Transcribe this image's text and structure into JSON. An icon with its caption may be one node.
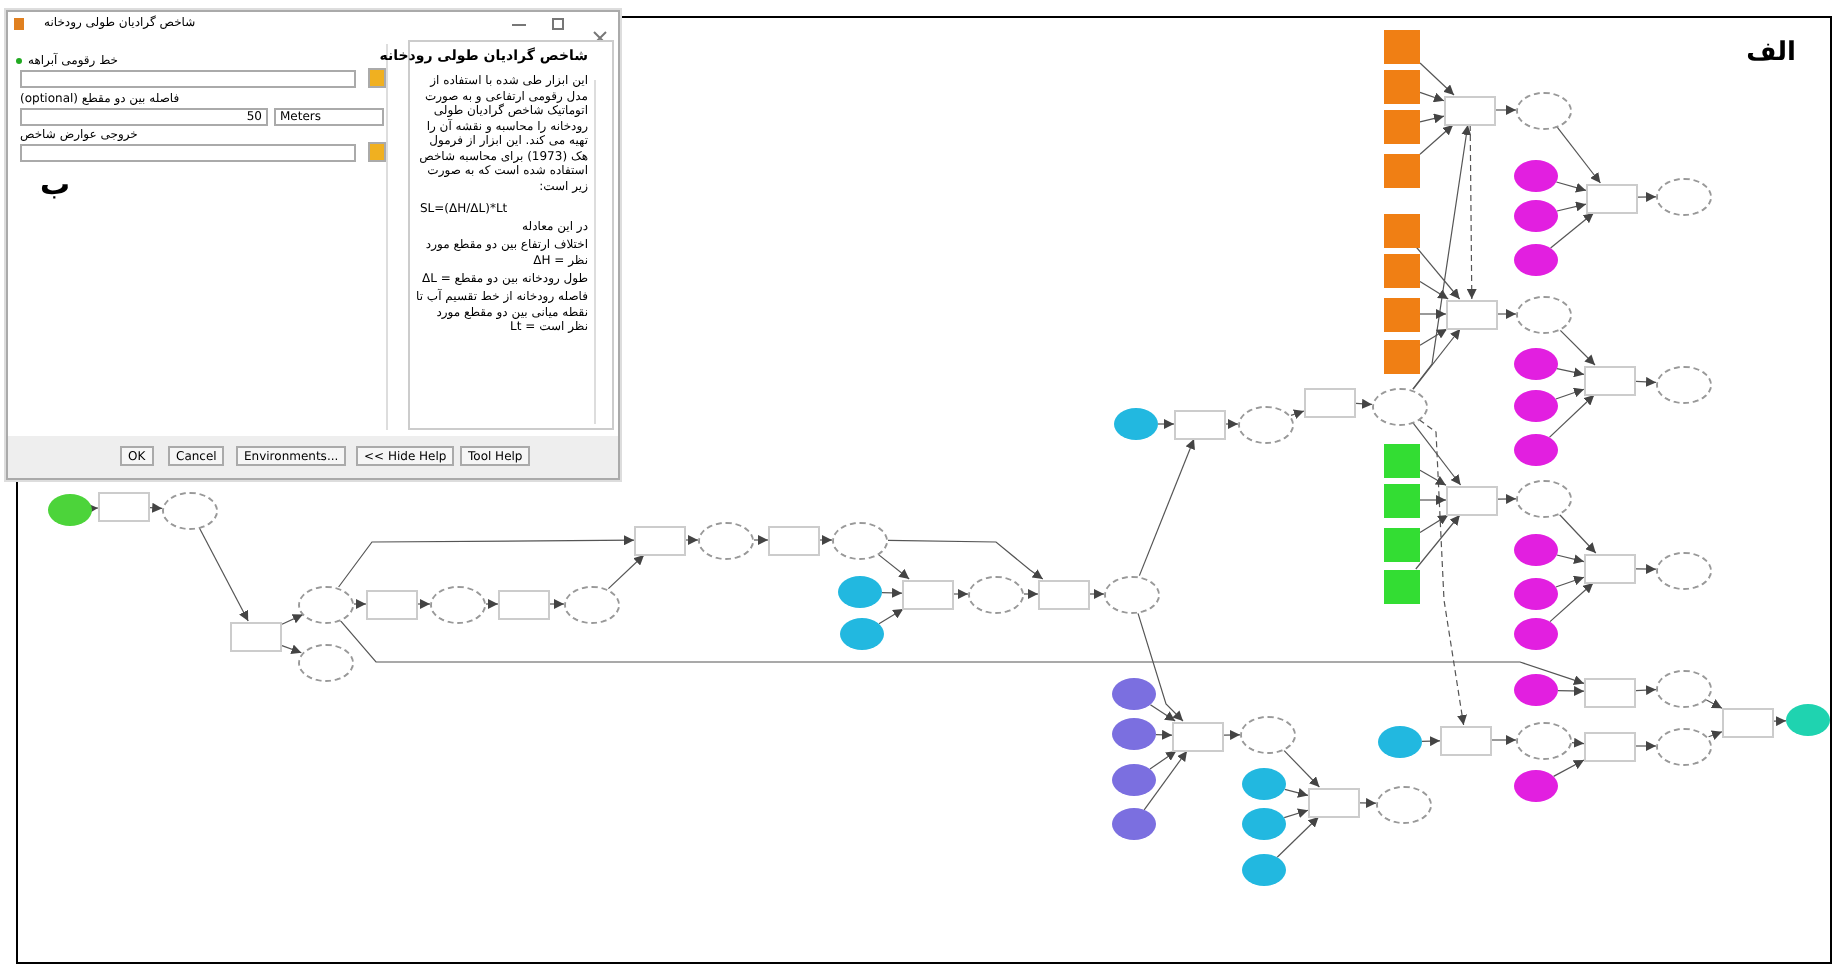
{
  "diagram": {
    "nodes": [
      {
        "text": [],
        "shape": "ellipse"
      },
      {
        "text": [],
        "shape": "box"
      },
      {
        "text": [],
        "shape": "ellipse"
      },
      {
        "text": [],
        "shape": "box"
      },
      {
        "text": [],
        "shape": "ellipse"
      },
      {
        "text": [],
        "shape": "ellipse"
      },
      {
        "text": [],
        "shape": "box"
      },
      {
        "text": [],
        "shape": "ellipse"
      },
      {
        "text": [],
        "shape": "box"
      },
      {
        "text": [],
        "shape": "ellipse"
      },
      {
        "text": [],
        "shape": "box"
      },
      {
        "text": [],
        "shape": "ellipse"
      },
      {
        "text": [],
        "shape": "box"
      },
      {
        "text": [],
        "shape": "ellipse"
      },
      {
        "text": [],
        "shape": "ellipse"
      },
      {
        "text": [],
        "shape": "ellipse"
      },
      {
        "text": [],
        "shape": "box"
      },
      {
        "text": [],
        "shape": "ellipse"
      },
      {
        "text": [],
        "shape": "box"
      },
      {
        "text": [],
        "shape": "ellipse"
      },
      {
        "text": [],
        "shape": "ellipse"
      },
      {
        "text": [],
        "shape": "box"
      },
      {
        "text": [],
        "shape": "ellipse"
      },
      {
        "text": [],
        "shape": "box"
      },
      {
        "text": [],
        "shape": "ellipse"
      },
      {
        "text": [],
        "shape": "box"
      },
      {
        "text": [],
        "shape": "box"
      },
      {
        "text": [],
        "shape": "box"
      },
      {
        "text": [],
        "shape": "box"
      },
      {
        "text": [],
        "shape": "box"
      },
      {
        "text": [],
        "shape": "box"
      },
      {
        "text": [],
        "shape": "box"
      },
      {
        "text": [],
        "shape": "box"
      },
      {
        "text": [],
        "shape": "box"
      },
      {
        "text": [],
        "shape": "box"
      },
      {
        "text": [],
        "shape": "box"
      },
      {
        "text": [],
        "shape": "box"
      },
      {
        "text": [],
        "shape": "box"
      },
      {
        "text": [],
        "shape": "ellipse"
      },
      {
        "text": [],
        "shape": "box"
      },
      {
        "text": [],
        "shape": "ellipse"
      },
      {
        "text": [],
        "shape": "box"
      },
      {
        "text": [],
        "shape": "ellipse"
      },
      {
        "text": [],
        "shape": "ellipse"
      },
      {
        "text": [],
        "shape": "ellipse"
      },
      {
        "text": [],
        "shape": "ellipse"
      },
      {
        "text": [],
        "shape": "box"
      },
      {
        "text": [],
        "shape": "ellipse"
      },
      {
        "text": [],
        "shape": "ellipse"
      },
      {
        "text": [],
        "shape": "ellipse"
      },
      {
        "text": [],
        "shape": "ellipse"
      },
      {
        "text": [],
        "shape": "box"
      },
      {
        "text": [],
        "shape": "ellipse"
      },
      {
        "text": [],
        "shape": "ellipse"
      },
      {
        "text": [],
        "shape": "ellipse"
      },
      {
        "text": [],
        "shape": "ellipse"
      },
      {
        "text": [],
        "shape": "box"
      },
      {
        "text": [],
        "shape": "ellipse"
      },
      {
        "text": [],
        "shape": "ellipse"
      },
      {
        "text": [],
        "shape": "box"
      },
      {
        "text": [],
        "shape": "ellipse"
      },
      {
        "text": [],
        "shape": "ellipse"
      },
      {
        "text": [],
        "shape": "box"
      },
      {
        "text": [],
        "shape": "ellipse"
      },
      {
        "text": [],
        "shape": "box"
      },
      {
        "text": [],
        "shape": "ellipse"
      },
      {
        "text": [],
        "shape": "ellipse"
      },
      {
        "text": [],
        "shape": "box"
      },
      {
        "text": [],
        "shape": "ellipse"
      },
      {
        "text": [],
        "shape": "ellipse"
      },
      {
        "text": [],
        "shape": "ellipse"
      },
      {
        "text": [],
        "shape": "ellipse"
      },
      {
        "text": [],
        "shape": "ellipse"
      },
      {
        "text": [],
        "shape": "box"
      },
      {
        "text": [],
        "shape": "ellipse"
      },
      {
        "text": [],
        "shape": "ellipse"
      },
      {
        "text": [],
        "shape": "ellipse"
      },
      {
        "text": [],
        "shape": "ellipse"
      },
      {
        "text": [],
        "shape": "box"
      },
      {
        "text": [],
        "shape": "ellipse"
      }
    ],
    "edges": [
      {
        "from": 0,
        "to": 1,
        "arrow": "to"
      },
      {
        "from": 1,
        "to": 2,
        "arrow": "to"
      },
      {
        "from": 2,
        "to": 3,
        "arrow": "to"
      },
      {
        "from": 3,
        "to": 4,
        "arrow": "to"
      },
      {
        "from": 3,
        "to": 5,
        "arrow": "to"
      },
      {
        "from": 4,
        "to": 6,
        "arrow": "to"
      },
      {
        "from": 6,
        "to": 7,
        "arrow": "to"
      },
      {
        "from": 7,
        "to": 8,
        "arrow": "to"
      },
      {
        "from": 8,
        "to": 9,
        "arrow": "to"
      },
      {
        "from": 9,
        "to": 10,
        "arrow": "to"
      },
      {
        "from": 4,
        "to": 10,
        "arrow": "to"
      },
      {
        "from": 10,
        "to": 11,
        "arrow": "to"
      },
      {
        "from": 11,
        "to": 12,
        "arrow": "to"
      },
      {
        "from": 12,
        "to": 13,
        "arrow": "to"
      },
      {
        "from": 13,
        "to": 16,
        "arrow": "to"
      },
      {
        "from": 14,
        "to": 16,
        "arrow": "to"
      },
      {
        "from": 15,
        "to": 16,
        "arrow": "to"
      },
      {
        "from": 16,
        "to": 17,
        "arrow": "to"
      },
      {
        "from": 17,
        "to": 18,
        "arrow": "to"
      },
      {
        "from": 13,
        "to": 18,
        "arrow": "to"
      },
      {
        "from": 18,
        "to": 19,
        "arrow": "to"
      },
      {
        "from": 19,
        "to": 21,
        "arrow": "to"
      },
      {
        "from": 20,
        "to": 21,
        "arrow": "to"
      },
      {
        "from": 21,
        "to": 22,
        "arrow": "to"
      },
      {
        "from": 22,
        "to": 23,
        "arrow": "to"
      },
      {
        "from": 23,
        "to": 24,
        "arrow": "to"
      },
      {
        "from": 19,
        "to": 73,
        "arrow": "to"
      },
      {
        "from": 4,
        "to": 59,
        "arrow": "to"
      },
      {
        "from": 24,
        "to": 37,
        "arrow": "to"
      },
      {
        "from": 24,
        "to": 39,
        "arrow": "to"
      },
      {
        "from": 24,
        "to": 41,
        "arrow": "to"
      },
      {
        "from": 24,
        "to": 62,
        "arrow": "to",
        "style": "dashed"
      },
      {
        "from": 37,
        "to": 39,
        "arrow": "to",
        "style": "dashed"
      },
      {
        "from": 25,
        "to": 37,
        "arrow": "to"
      },
      {
        "from": 26,
        "to": 37,
        "arrow": "to"
      },
      {
        "from": 27,
        "to": 37,
        "arrow": "to"
      },
      {
        "from": 28,
        "to": 37,
        "arrow": "to"
      },
      {
        "from": 29,
        "to": 39,
        "arrow": "to"
      },
      {
        "from": 30,
        "to": 39,
        "arrow": "to"
      },
      {
        "from": 31,
        "to": 39,
        "arrow": "to"
      },
      {
        "from": 32,
        "to": 39,
        "arrow": "to"
      },
      {
        "from": 33,
        "to": 41,
        "arrow": "to"
      },
      {
        "from": 34,
        "to": 41,
        "arrow": "to"
      },
      {
        "from": 35,
        "to": 41,
        "arrow": "to"
      },
      {
        "from": 36,
        "to": 41,
        "arrow": "to"
      },
      {
        "from": 37,
        "to": 38,
        "arrow": "to"
      },
      {
        "from": 39,
        "to": 40,
        "arrow": "to"
      },
      {
        "from": 41,
        "to": 42,
        "arrow": "to"
      },
      {
        "from": 38,
        "to": 46,
        "arrow": "to"
      },
      {
        "from": 43,
        "to": 46,
        "arrow": "to"
      },
      {
        "from": 44,
        "to": 46,
        "arrow": "to"
      },
      {
        "from": 45,
        "to": 46,
        "arrow": "to"
      },
      {
        "from": 46,
        "to": 47,
        "arrow": "to"
      },
      {
        "from": 40,
        "to": 51,
        "arrow": "to"
      },
      {
        "from": 48,
        "to": 51,
        "arrow": "to"
      },
      {
        "from": 49,
        "to": 51,
        "arrow": "to"
      },
      {
        "from": 50,
        "to": 51,
        "arrow": "to"
      },
      {
        "from": 51,
        "to": 52,
        "arrow": "to"
      },
      {
        "from": 42,
        "to": 56,
        "arrow": "to"
      },
      {
        "from": 53,
        "to": 56,
        "arrow": "to"
      },
      {
        "from": 54,
        "to": 56,
        "arrow": "to"
      },
      {
        "from": 55,
        "to": 56,
        "arrow": "to"
      },
      {
        "from": 56,
        "to": 57,
        "arrow": "to"
      },
      {
        "from": 58,
        "to": 59,
        "arrow": "to"
      },
      {
        "from": 59,
        "to": 60,
        "arrow": "to"
      },
      {
        "from": 61,
        "to": 62,
        "arrow": "to"
      },
      {
        "from": 62,
        "to": 63,
        "arrow": "to"
      },
      {
        "from": 63,
        "to": 64,
        "arrow": "to"
      },
      {
        "from": 66,
        "to": 64,
        "arrow": "to"
      },
      {
        "from": 64,
        "to": 65,
        "arrow": "to"
      },
      {
        "from": 60,
        "to": 67,
        "arrow": "to"
      },
      {
        "from": 65,
        "to": 67,
        "arrow": "to"
      },
      {
        "from": 67,
        "to": 68,
        "arrow": "to"
      },
      {
        "from": 69,
        "to": 73,
        "arrow": "to"
      },
      {
        "from": 70,
        "to": 73,
        "arrow": "to"
      },
      {
        "from": 71,
        "to": 73,
        "arrow": "to"
      },
      {
        "from": 72,
        "to": 73,
        "arrow": "to"
      },
      {
        "from": 73,
        "to": 74,
        "arrow": "to"
      },
      {
        "from": 74,
        "to": 78,
        "arrow": "to"
      },
      {
        "from": 75,
        "to": 78,
        "arrow": "to"
      },
      {
        "from": 76,
        "to": 78,
        "arrow": "to"
      },
      {
        "from": 77,
        "to": 78,
        "arrow": "to"
      },
      {
        "from": 78,
        "to": 79,
        "arrow": "to"
      }
    ],
    "labels": [
      "الف",
      "شاخص گرادیان طولی رودخانه",
      "خط رقومی آبراهه",
      "فاصله بین دو مقطع (optional)",
      "50",
      "Meters",
      "خروجی عوارض شاخص",
      "ب",
      "شاخص گرادیان طولی رودخانه",
      "این ابزار طی شده با استفاده از مدل رقومی ارتفاعی و به صورت اتوماتیک شاخص گرادیان طولی رودخانه را محاسبه و نقشه آن را تهیه می کند. این ابزار از فرمول هک (1973) برای محاسبه شاخص استفاده شده است که به صورت زیر است:",
      "SL=(ΔH/ΔL)*Lt",
      "در این معادله",
      "اختلاف ارتفاع بین دو مقطع مورد نظر = ΔH",
      "طول رودخانه بین دو مقطع = ΔL",
      "فاصله رودخانه از خط تقسیم آب تا نقطه میانی بین دو مقطع مورد نظر است = Lt",
      "OK",
      "Cancel",
      "Environments...",
      "<< Hide Help",
      "Tool Help"
    ]
  }
}
